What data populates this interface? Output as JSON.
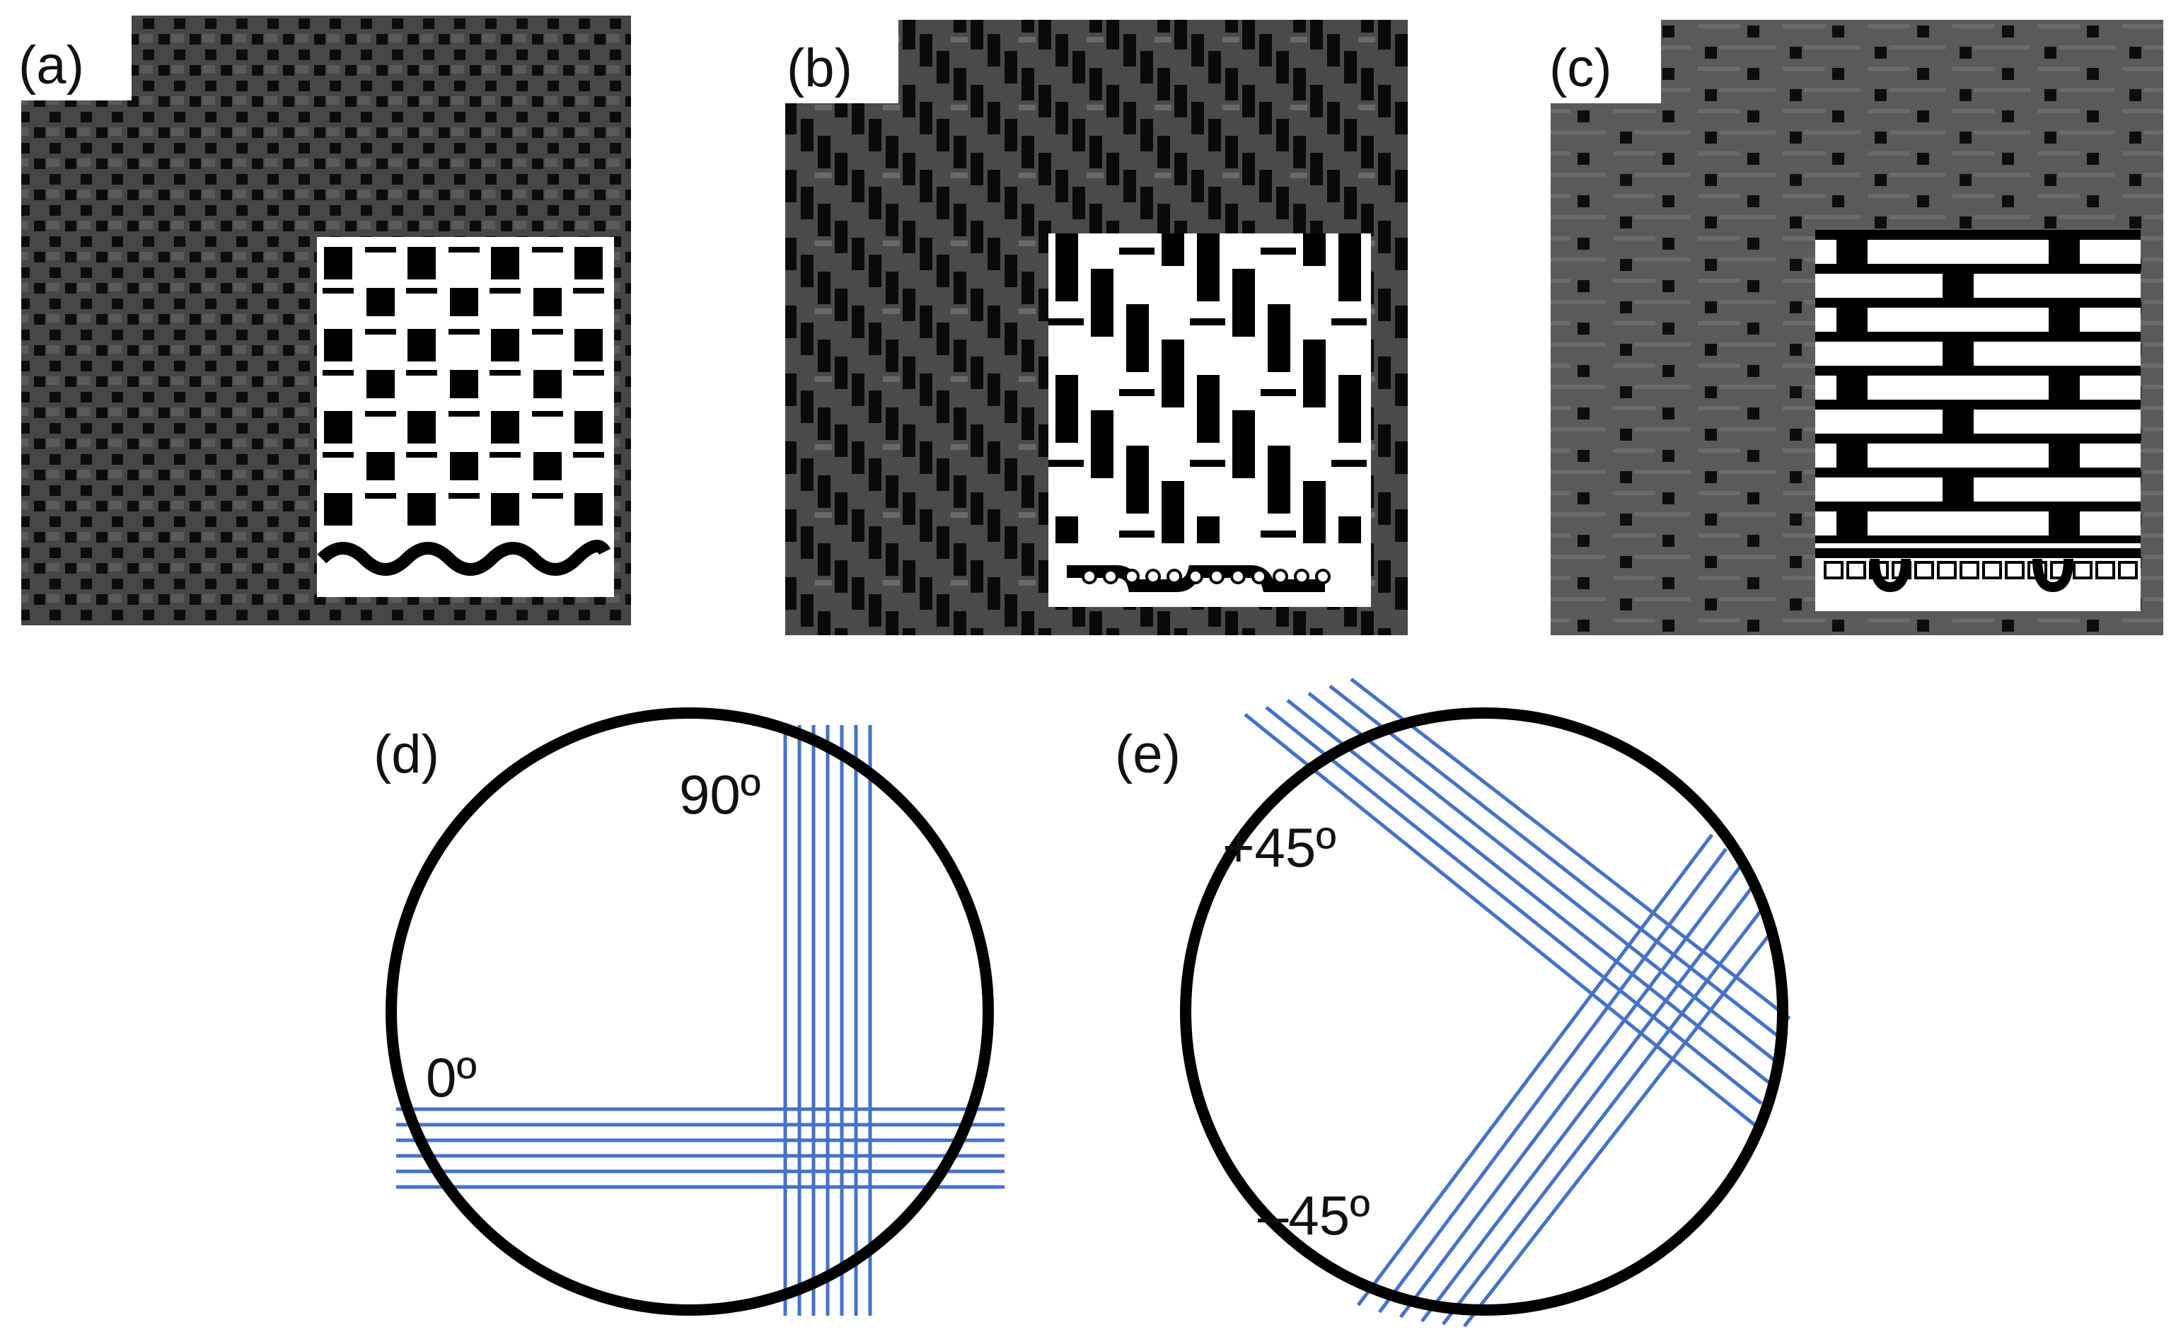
{
  "panels": {
    "a": {
      "label": "(a)"
    },
    "b": {
      "label": "(b)"
    },
    "c": {
      "label": "(c)"
    },
    "d": {
      "label": "(d)",
      "angle_labels": [
        "90º",
        "0º"
      ],
      "fiber_angles_deg": [
        0,
        90
      ]
    },
    "e": {
      "label": "(e)",
      "angle_labels": [
        "+45º",
        "–45º"
      ],
      "fiber_angles_deg": [
        45,
        -45
      ]
    }
  },
  "colors": {
    "fiber_line": "#4472C4",
    "circle": "#000000",
    "fabric_bg": "#454545",
    "fabric_mark": "#0a0a0a"
  }
}
